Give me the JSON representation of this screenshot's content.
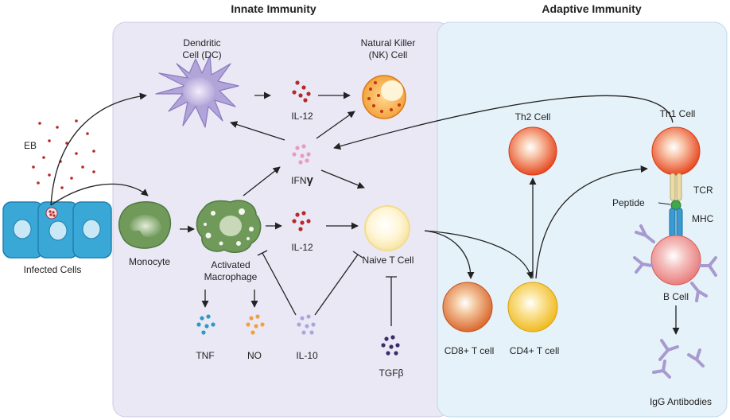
{
  "headers": {
    "innate": "Innate Immunity",
    "adaptive": "Adaptive Immunity"
  },
  "labels": {
    "eb": "EB",
    "infected_cells": "Infected Cells",
    "dendritic_line1": "Dendritic",
    "dendritic_line2": "Cell (DC)",
    "nk_line1": "Natural Killer",
    "nk_line2": "(NK) Cell",
    "il12_top": "IL-12",
    "ifn": "IFN",
    "ifn_symbol": "γ",
    "monocyte": "Monocyte",
    "activated_line1": "Activated",
    "activated_line2": "Macrophage",
    "il12_mid": "IL-12",
    "naive_t": "Naive T Cell",
    "tnf": "TNF",
    "no": "NO",
    "il10": "IL-10",
    "tgfb": "TGFβ",
    "th2": "Th2 Cell",
    "th1": "Th1 Cell",
    "tcr": "TCR",
    "peptide": "Peptide",
    "mhc": "MHC",
    "b_cell": "B Cell",
    "cd8": "CD8+ T cell",
    "cd4": "CD4+ T cell",
    "igg": "IgG Antibodies"
  },
  "colors": {
    "innate_panel": "#ebe8f5",
    "adaptive_panel": "#e6f2f9",
    "eb_dots": "#b8282a",
    "infected_cell": "#3aa8d6",
    "dendritic": "#b0a4d8",
    "nk": "#f29a2e",
    "monocyte": "#6f9a5a",
    "il12": "#b82a2a",
    "ifn": "#e79cc0",
    "tnf": "#2a9ac6",
    "no": "#f0a040",
    "il10": "#a8a8dc",
    "tgfb": "#3a2e6a",
    "th_cell": "#e6431c",
    "cd8": "#d8642a",
    "cd4": "#f0b81a",
    "b_cell": "#e87a78",
    "antibody": "#a89ad0",
    "mhc": "#3a9ad4",
    "tcr": "#ecdca4",
    "peptide": "#3fa84a"
  }
}
